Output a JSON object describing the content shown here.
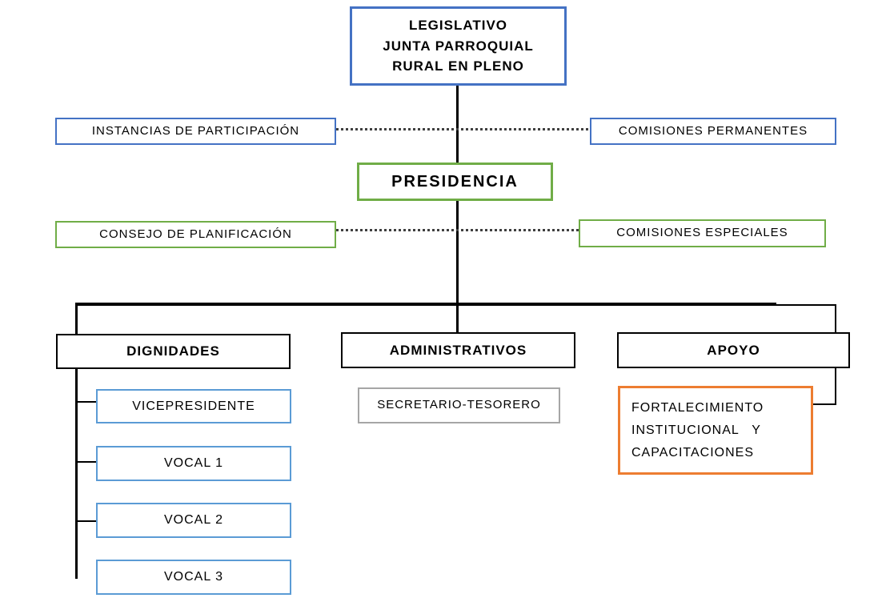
{
  "diagram": {
    "type": "org-chart",
    "description": "Organigrama de una Junta Parroquial Rural"
  },
  "colors": {
    "blue_border": "#4472c4",
    "green_border": "#70ad47",
    "light_blue_border": "#5b9bd5",
    "orange_border": "#ed7d31",
    "gray_border": "#a6a6a6",
    "line_black": "#000000",
    "dotted_line": "#3f3f3f",
    "text": "#000000",
    "background": "#ffffff"
  },
  "nodes": {
    "legislativo": "LEGISLATIVO\nJUNTA PARROQUIAL\nRURAL EN PLENO",
    "instancias_participacion": "INSTANCIAS DE PARTICIPACIÓN",
    "comisiones_permanentes": "COMISIONES PERMANENTES",
    "presidencia": "PRESIDENCIA",
    "consejo_planificacion": "CONSEJO DE PLANIFICACIÓN",
    "comisiones_especiales": "COMISIONES ESPECIALES",
    "dignidades": "DIGNIDADES",
    "administrativos": "ADMINISTRATIVOS",
    "apoyo": "APOYO",
    "vicepresidente": "VICEPRESIDENTE",
    "vocal_1": "VOCAL 1",
    "vocal_2": "VOCAL 2",
    "vocal_3": "VOCAL 3",
    "secretario_tesorero": "SECRETARIO-TESORERO",
    "fortalecimiento": "FORTALECIMIENTO\nINSTITUCIONAL   Y\nCAPACITACIONES"
  },
  "edges": [
    {
      "from": "legislativo",
      "to": "presidencia",
      "style": "solid"
    },
    {
      "from": "instancias_participacion",
      "to": "comisiones_permanentes",
      "style": "dotted"
    },
    {
      "from": "consejo_planificacion",
      "to": "comisiones_especiales",
      "style": "dotted"
    },
    {
      "from": "presidencia",
      "to": "dignidades",
      "style": "solid"
    },
    {
      "from": "presidencia",
      "to": "administrativos",
      "style": "solid"
    },
    {
      "from": "presidencia",
      "to": "apoyo",
      "style": "solid"
    },
    {
      "from": "dignidades",
      "to": "vicepresidente",
      "style": "solid"
    },
    {
      "from": "dignidades",
      "to": "vocal_1",
      "style": "solid"
    },
    {
      "from": "dignidades",
      "to": "vocal_2",
      "style": "solid"
    },
    {
      "from": "dignidades",
      "to": "vocal_3",
      "style": "solid"
    },
    {
      "from": "apoyo",
      "to": "fortalecimiento",
      "style": "solid"
    }
  ]
}
